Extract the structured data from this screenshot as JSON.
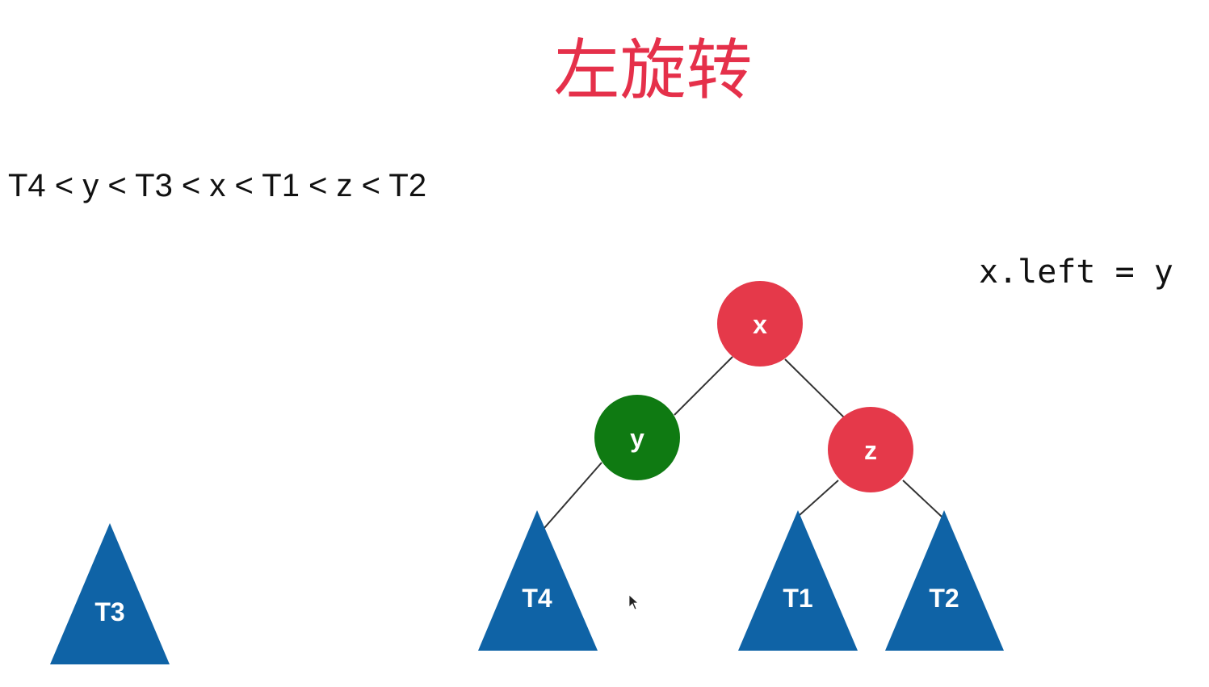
{
  "title": "左旋转",
  "ordering": "T4 < y < T3 < x < T1 < z < T2",
  "code": "x.left = y",
  "colors": {
    "red_node": "#e5394a",
    "green_node": "#0f7a12",
    "subtree": "#0f63a6",
    "title": "#e5304a"
  },
  "nodes": {
    "x": "x",
    "y": "y",
    "z": "z"
  },
  "subtrees": {
    "t1": "T1",
    "t2": "T2",
    "t3": "T3",
    "t4": "T4"
  }
}
